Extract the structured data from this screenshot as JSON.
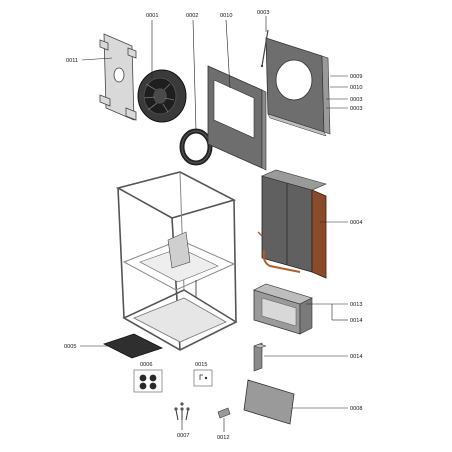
{
  "labels": {
    "p0001": "0001",
    "p0002": "0002",
    "p0010_top": "0010",
    "p0003_top": "0003",
    "p0011": "0011",
    "p0009": "0009",
    "p0010_right": "0010",
    "p0003_right1": "0003",
    "p0003_right2": "0003",
    "p0004": "0004",
    "p0013": "0013",
    "p0014_a": "0014",
    "p0005": "0005",
    "p0006": "0006",
    "p0015": "0015",
    "p0014_b": "0014",
    "p0008": "0008",
    "p0007": "0007",
    "p0012": "0012"
  },
  "colors": {
    "panel_dark": "#6e6e6e",
    "panel_light": "#d9d9d9",
    "coil_copper": "#8a4b2a",
    "frame": "#555555"
  }
}
